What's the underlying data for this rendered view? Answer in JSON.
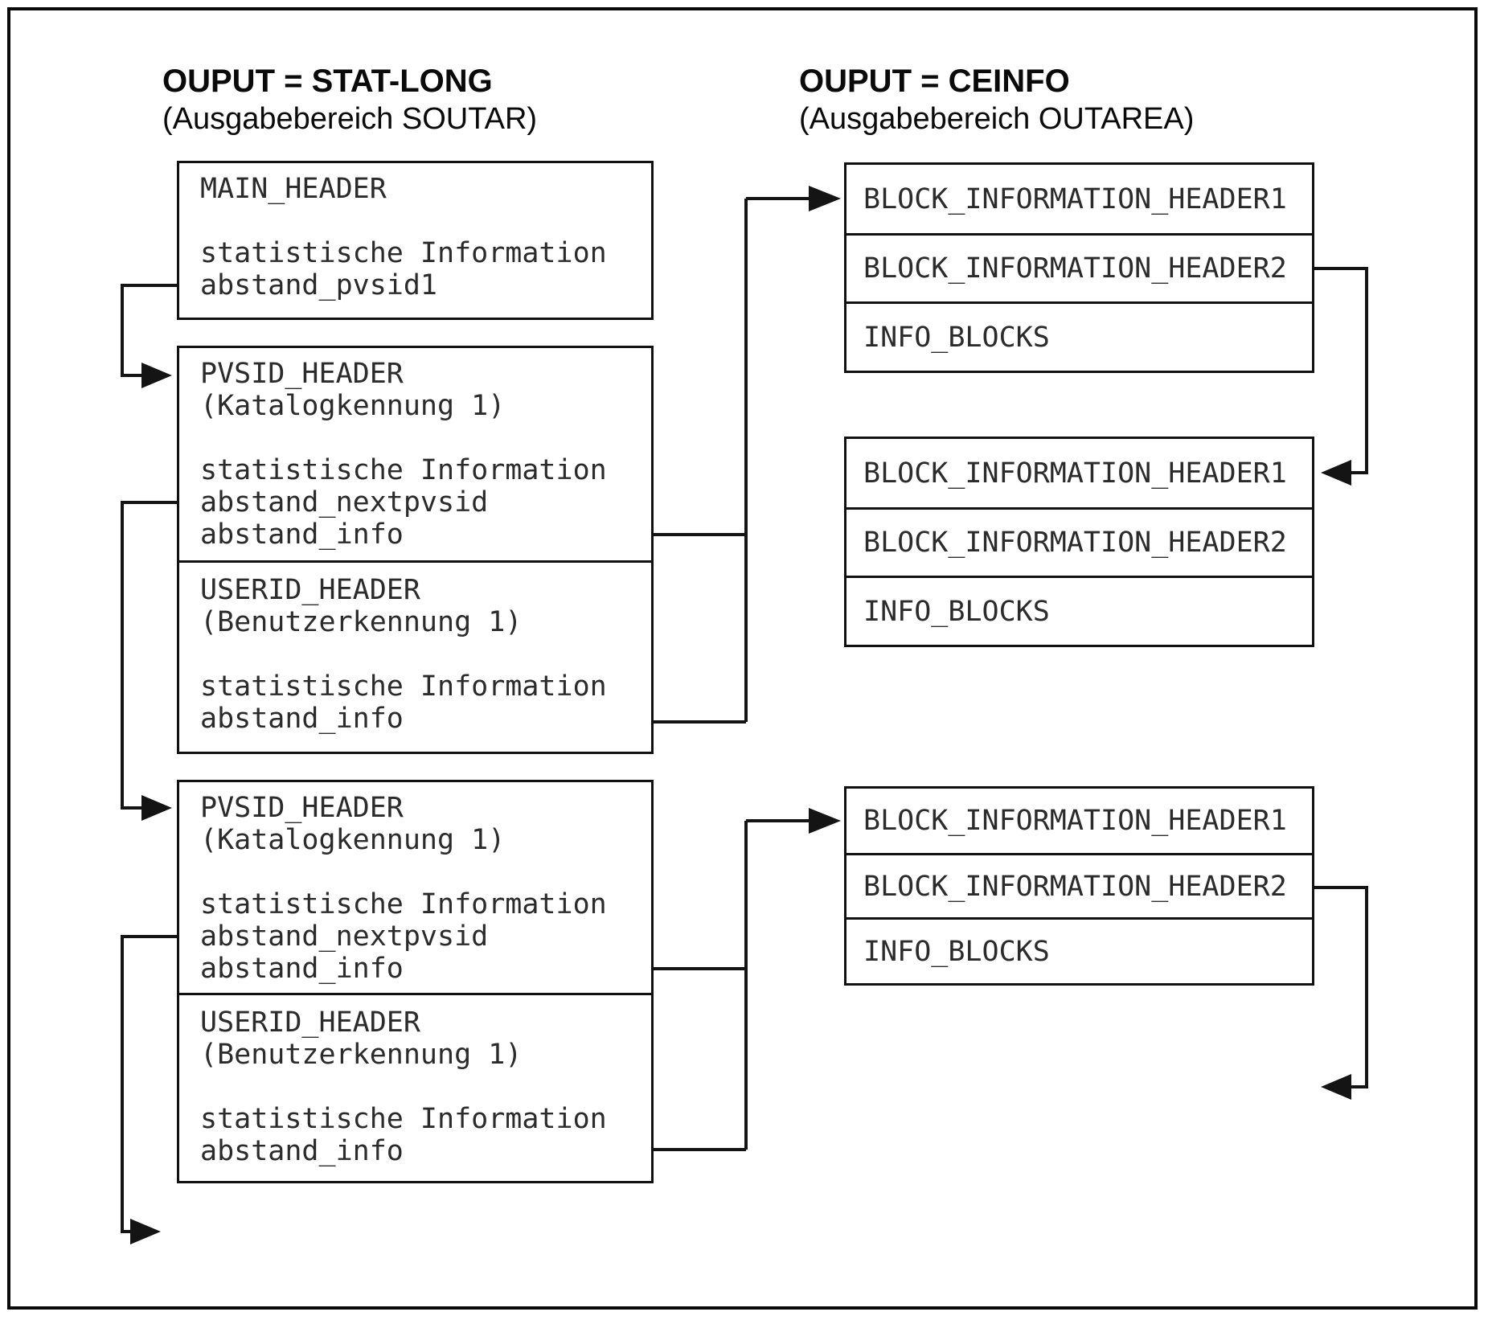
{
  "left": {
    "title": "OUPUT = STAT-LONG",
    "subtitle": "(Ausgabebereich SOUTAR)",
    "boxes": [
      {
        "text": "MAIN_HEADER\n\nstatistische Information\nabstand_pvsid1"
      },
      {
        "text": "PVSID_HEADER\n(Katalogkennung 1)\n\nstatistische Information\nabstand_nextpvsid\nabstand_info"
      },
      {
        "text": "USERID_HEADER\n(Benutzerkennung 1)\n\nstatistische Information\nabstand_info"
      },
      {
        "text": "PVSID_HEADER\n(Katalogkennung 1)\n\nstatistische Information\nabstand_nextpvsid\nabstand_info"
      },
      {
        "text": "USERID_HEADER\n(Benutzerkennung 1)\n\nstatistische Information\nabstand_info"
      }
    ]
  },
  "right": {
    "title": "OUPUT = CEINFO",
    "subtitle": "(Ausgabebereich OUTAREA)",
    "groups": [
      {
        "cells": [
          "BLOCK_INFORMATION_HEADER1",
          "BLOCK_INFORMATION_HEADER2",
          "INFO_BLOCKS"
        ]
      },
      {
        "cells": [
          "BLOCK_INFORMATION_HEADER1",
          "BLOCK_INFORMATION_HEADER2",
          "INFO_BLOCKS"
        ]
      },
      {
        "cells": [
          "BLOCK_INFORMATION_HEADER1",
          "BLOCK_INFORMATION_HEADER2",
          "INFO_BLOCKS"
        ]
      }
    ]
  },
  "colors": {
    "background": "#ffffff",
    "line": "#141414",
    "border": "#111111",
    "text": "#2b2b2b",
    "title": "#0a0a0a"
  }
}
